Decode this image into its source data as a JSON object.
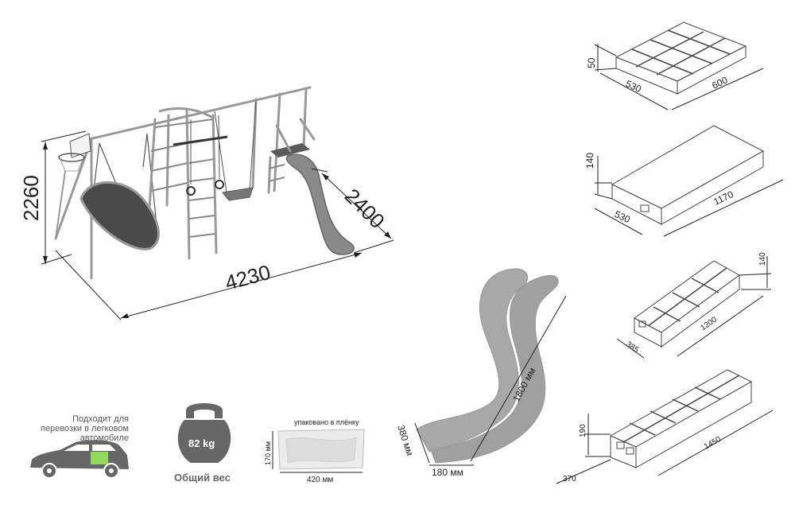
{
  "main_drawing": {
    "dim_height": "2260",
    "dim_depth": "2400",
    "dim_width": "4230"
  },
  "packages": [
    {
      "depth": "530",
      "length": "600",
      "height": "50"
    },
    {
      "depth": "530",
      "length": "1170",
      "height": "140"
    },
    {
      "depth": "385",
      "length": "1200",
      "height": "140"
    },
    {
      "depth": "370",
      "length": "1450",
      "height": "190"
    }
  ],
  "slide": {
    "length": "1800 мм",
    "height": "380 мм",
    "width": "180 мм"
  },
  "wrap": {
    "label": "упаковано в плёнку",
    "height": "170 мм",
    "width": "420 мм"
  },
  "weight": {
    "value": "82 kg",
    "caption": "Общий вес"
  },
  "car": {
    "caption_line1": "Подходит для",
    "caption_line2": "перевозки в легковом",
    "caption_line3": "автомобиле"
  },
  "colors": {
    "frame": "#999999",
    "dark": "#5a5a5a",
    "slide": "#a8a8a8",
    "accent_green": "#8fdc5a"
  }
}
